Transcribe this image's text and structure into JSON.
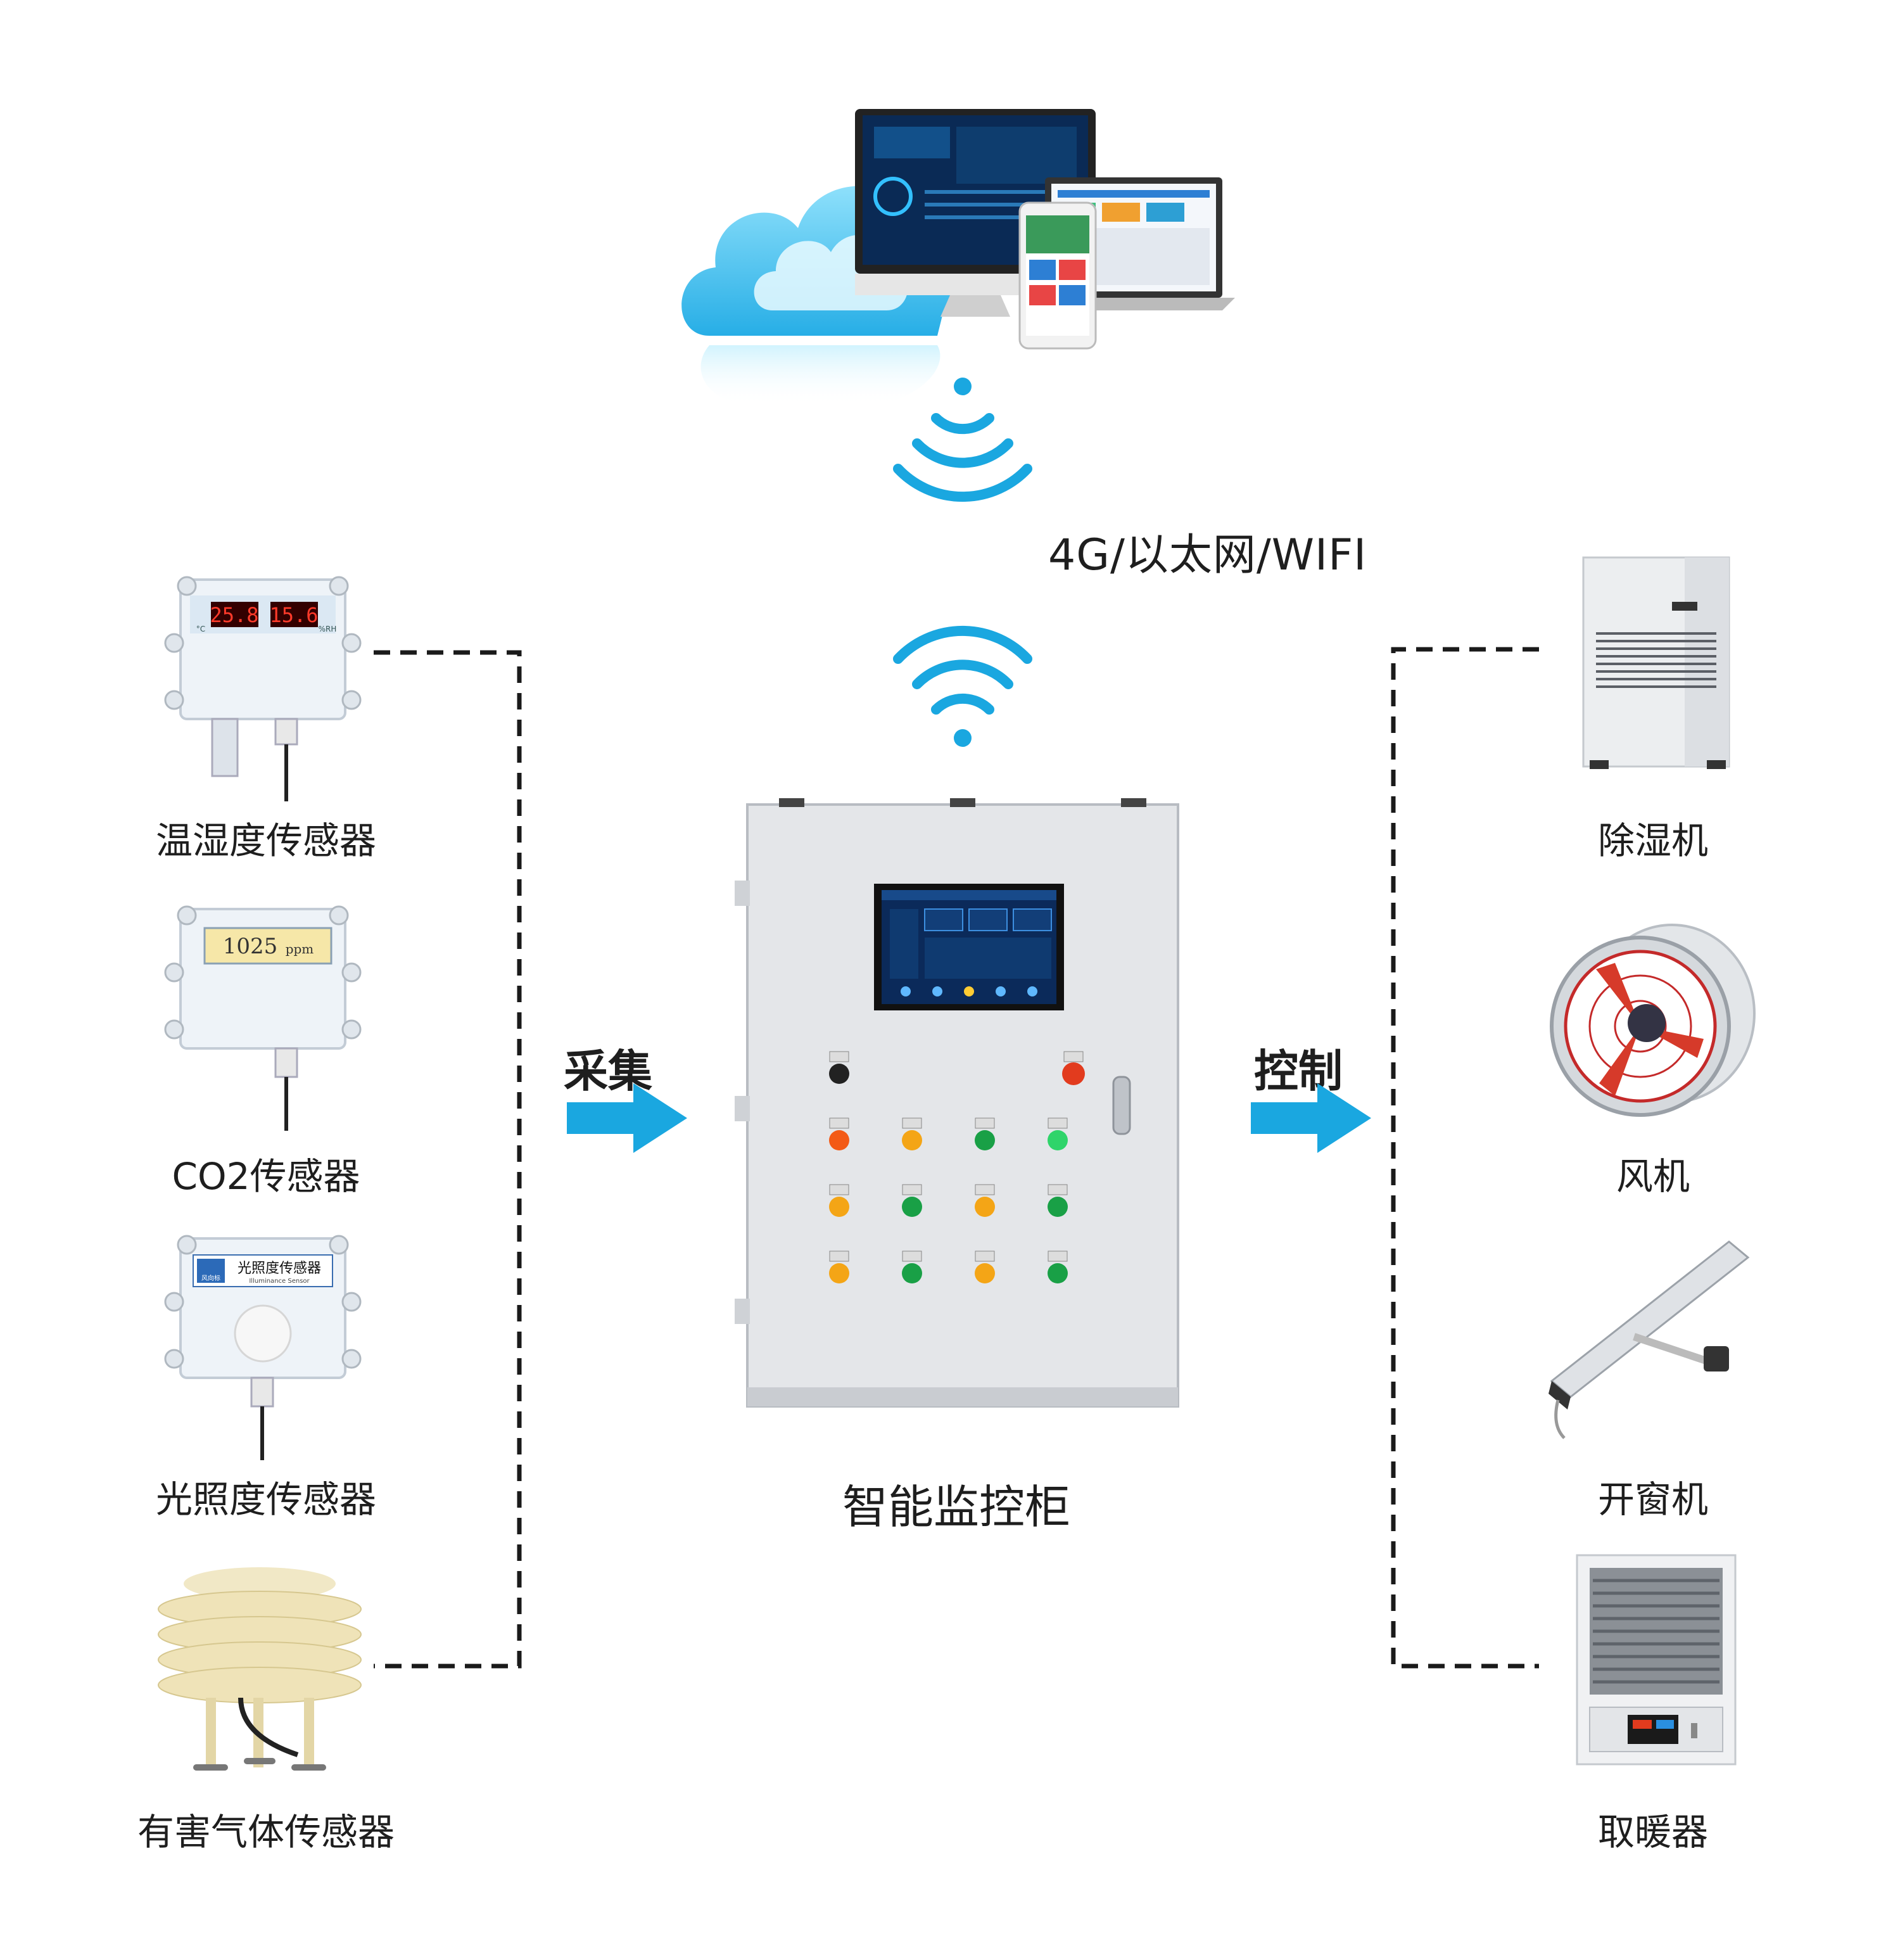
{
  "network": {
    "label": "4G/以太网/WIFI"
  },
  "center": {
    "label": "智能监控柜",
    "screen_title": "智能监控系统"
  },
  "flow": {
    "collect": "采集",
    "control": "控制"
  },
  "sensors": [
    {
      "label": "温湿度传感器",
      "temp": "25.8",
      "hum": "15.6",
      "temp_unit": "°C",
      "hum_unit": "%RH"
    },
    {
      "label": "CO2传感器",
      "reading": "1025",
      "unit": "ppm"
    },
    {
      "label": "光照度传感器",
      "plate": "光照度传感器",
      "plate_sub": "Illuminance Sensor",
      "brand": "风向标"
    },
    {
      "label": "有害气体传感器"
    }
  ],
  "actuators": [
    {
      "label": "除湿机"
    },
    {
      "label": "风机"
    },
    {
      "label": "开窗机"
    },
    {
      "label": "取暖器"
    }
  ],
  "colors": {
    "accent": "#1aa7e0",
    "cloud": "#55c8f0",
    "line": "#1a1a1a"
  }
}
